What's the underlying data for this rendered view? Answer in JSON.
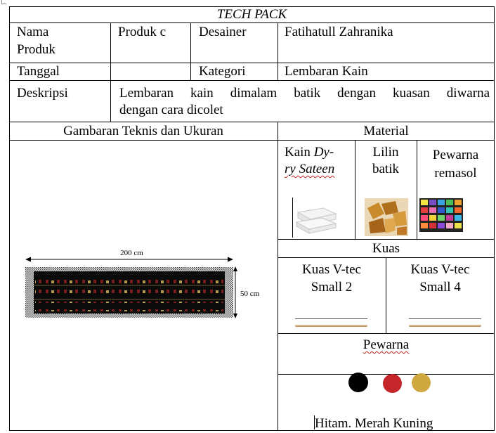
{
  "title": "TECH PACK",
  "header": {
    "nama_produk_label_1": "Nama",
    "nama_produk_label_2": "Produk",
    "nama_produk_value": "Produk c",
    "desainer_label": "Desainer",
    "desainer_value": "Fatihatull Zahranika",
    "tanggal_label": "Tanggal",
    "tanggal_value": "",
    "kategori_label": "Kategori",
    "kategori_value": "Lembaran Kain",
    "deskripsi_label": "Deskripsi",
    "deskripsi_line_1": "Lembaran kain dimalam batik dengan kuasan diwarna",
    "deskripsi_line_2": "dengan cara dicolet"
  },
  "technical": {
    "header": "Gambaran Teknis dan Ukuran",
    "width_label": "200 cm",
    "height_label": "50 cm"
  },
  "material": {
    "header": "Material",
    "items": [
      {
        "line_1_prefix": "Kain ",
        "line_1_italic": "Dy-",
        "line_2": "ry Sateen",
        "image_icon": "folded-cloth-icon"
      },
      {
        "line_1": "Lilin",
        "line_2": "batik",
        "image_icon": "wax-block-icon"
      },
      {
        "line_1": "Pewarna",
        "line_2": "remasol",
        "image_icon": "dye-palette-icon"
      }
    ]
  },
  "kuas": {
    "header": "Kuas",
    "items": [
      {
        "line_1": "Kuas V-tec",
        "line_2": "Small 2"
      },
      {
        "line_1": "Kuas V-tec",
        "line_2": "Small 4"
      }
    ]
  },
  "pewarna": {
    "header": "Pewarna",
    "colors_text": "Hitam.  Merah Kuning",
    "swatches": [
      {
        "name": "Hitam",
        "color": "#000000"
      },
      {
        "name": "Merah",
        "color": "#c4262b"
      },
      {
        "name": "Kuning",
        "color": "#cfa93f"
      }
    ]
  }
}
